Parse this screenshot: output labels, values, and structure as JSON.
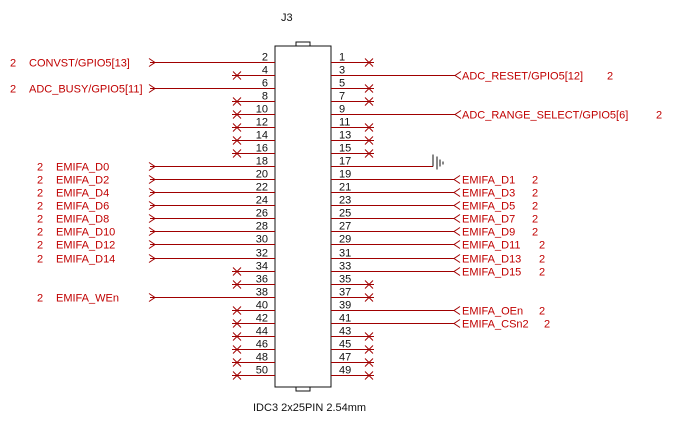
{
  "component": {
    "ref": "J3",
    "value": "IDC3 2x25PIN 2.54mm"
  },
  "pins_left": [
    {
      "num": "2",
      "net": "CONVST/GPIO5[13]",
      "sheet": "2",
      "connected": true
    },
    {
      "num": "4",
      "net": "",
      "sheet": "",
      "connected": false
    },
    {
      "num": "6",
      "net": "ADC_BUSY/GPIO5[11]",
      "sheet": "2",
      "connected": true
    },
    {
      "num": "8",
      "net": "",
      "sheet": "",
      "connected": false
    },
    {
      "num": "10",
      "net": "",
      "sheet": "",
      "connected": false
    },
    {
      "num": "12",
      "net": "",
      "sheet": "",
      "connected": false
    },
    {
      "num": "14",
      "net": "",
      "sheet": "",
      "connected": false
    },
    {
      "num": "16",
      "net": "",
      "sheet": "",
      "connected": false
    },
    {
      "num": "18",
      "net": "EMIFA_D0",
      "sheet": "2",
      "connected": true
    },
    {
      "num": "20",
      "net": "EMIFA_D2",
      "sheet": "2",
      "connected": true
    },
    {
      "num": "22",
      "net": "EMIFA_D4",
      "sheet": "2",
      "connected": true
    },
    {
      "num": "24",
      "net": "EMIFA_D6",
      "sheet": "2",
      "connected": true
    },
    {
      "num": "26",
      "net": "EMIFA_D8",
      "sheet": "2",
      "connected": true
    },
    {
      "num": "28",
      "net": "EMIFA_D10",
      "sheet": "2",
      "connected": true
    },
    {
      "num": "30",
      "net": "EMIFA_D12",
      "sheet": "2",
      "connected": true
    },
    {
      "num": "32",
      "net": "EMIFA_D14",
      "sheet": "2",
      "connected": true
    },
    {
      "num": "34",
      "net": "",
      "sheet": "",
      "connected": false
    },
    {
      "num": "36",
      "net": "",
      "sheet": "",
      "connected": false
    },
    {
      "num": "38",
      "net": "EMIFA_WEn",
      "sheet": "2",
      "connected": true
    },
    {
      "num": "40",
      "net": "",
      "sheet": "",
      "connected": false
    },
    {
      "num": "42",
      "net": "",
      "sheet": "",
      "connected": false
    },
    {
      "num": "44",
      "net": "",
      "sheet": "",
      "connected": false
    },
    {
      "num": "46",
      "net": "",
      "sheet": "",
      "connected": false
    },
    {
      "num": "48",
      "net": "",
      "sheet": "",
      "connected": false
    },
    {
      "num": "50",
      "net": "",
      "sheet": "",
      "connected": false
    }
  ],
  "pins_right": [
    {
      "num": "1",
      "net": "",
      "sheet": "",
      "connected": false
    },
    {
      "num": "3",
      "net": "ADC_RESET/GPIO5[12]",
      "sheet": "2",
      "connected": true
    },
    {
      "num": "5",
      "net": "",
      "sheet": "",
      "connected": false
    },
    {
      "num": "7",
      "net": "",
      "sheet": "",
      "connected": false
    },
    {
      "num": "9",
      "net": "ADC_RANGE_SELECT/GPIO5[6]",
      "sheet": "2",
      "connected": true
    },
    {
      "num": "11",
      "net": "",
      "sheet": "",
      "connected": false
    },
    {
      "num": "13",
      "net": "",
      "sheet": "",
      "connected": false
    },
    {
      "num": "15",
      "net": "",
      "sheet": "",
      "connected": false
    },
    {
      "num": "17",
      "net": "",
      "sheet": "",
      "connected": false,
      "ground": true
    },
    {
      "num": "19",
      "net": "EMIFA_D1",
      "sheet": "2",
      "connected": true
    },
    {
      "num": "21",
      "net": "EMIFA_D3",
      "sheet": "2",
      "connected": true
    },
    {
      "num": "23",
      "net": "EMIFA_D5",
      "sheet": "2",
      "connected": true
    },
    {
      "num": "25",
      "net": "EMIFA_D7",
      "sheet": "2",
      "connected": true
    },
    {
      "num": "27",
      "net": "EMIFA_D9",
      "sheet": "2",
      "connected": true
    },
    {
      "num": "29",
      "net": "EMIFA_D11",
      "sheet": "2",
      "connected": true
    },
    {
      "num": "31",
      "net": "EMIFA_D13",
      "sheet": "2",
      "connected": true
    },
    {
      "num": "33",
      "net": "EMIFA_D15",
      "sheet": "2",
      "connected": true
    },
    {
      "num": "35",
      "net": "",
      "sheet": "",
      "connected": false
    },
    {
      "num": "37",
      "net": "",
      "sheet": "",
      "connected": false
    },
    {
      "num": "39",
      "net": "EMIFA_OEn",
      "sheet": "2",
      "connected": true
    },
    {
      "num": "41",
      "net": "EMIFA_CSn2",
      "sheet": "2",
      "connected": true
    },
    {
      "num": "43",
      "net": "",
      "sheet": "",
      "connected": false
    },
    {
      "num": "45",
      "net": "",
      "sheet": "",
      "connected": false
    },
    {
      "num": "47",
      "net": "",
      "sheet": "",
      "connected": false
    },
    {
      "num": "49",
      "net": "",
      "sheet": "",
      "connected": false
    }
  ],
  "colors": {
    "net": "#c00000",
    "wire": "#a00000",
    "body": "#111111"
  }
}
